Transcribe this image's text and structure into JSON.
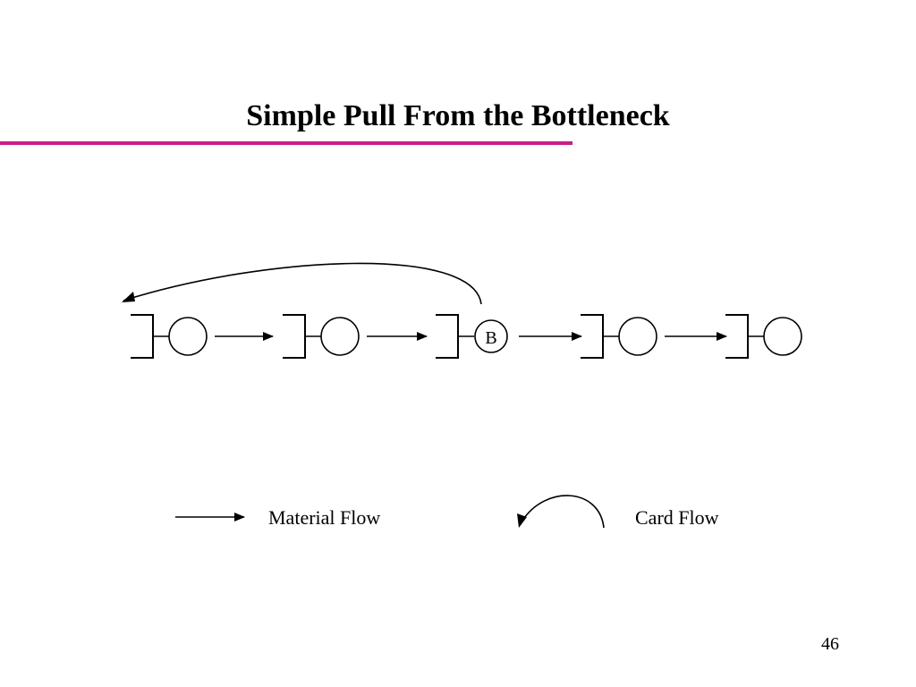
{
  "slide": {
    "title": "Simple Pull From the Bottleneck",
    "accent_color": "#cc1b8c",
    "page_number": "46"
  },
  "diagram": {
    "stations": [
      {
        "label": ""
      },
      {
        "label": ""
      },
      {
        "label": "B"
      },
      {
        "label": ""
      },
      {
        "label": ""
      }
    ]
  },
  "legend": {
    "material_flow_label": "Material Flow",
    "card_flow_label": "Card Flow"
  }
}
